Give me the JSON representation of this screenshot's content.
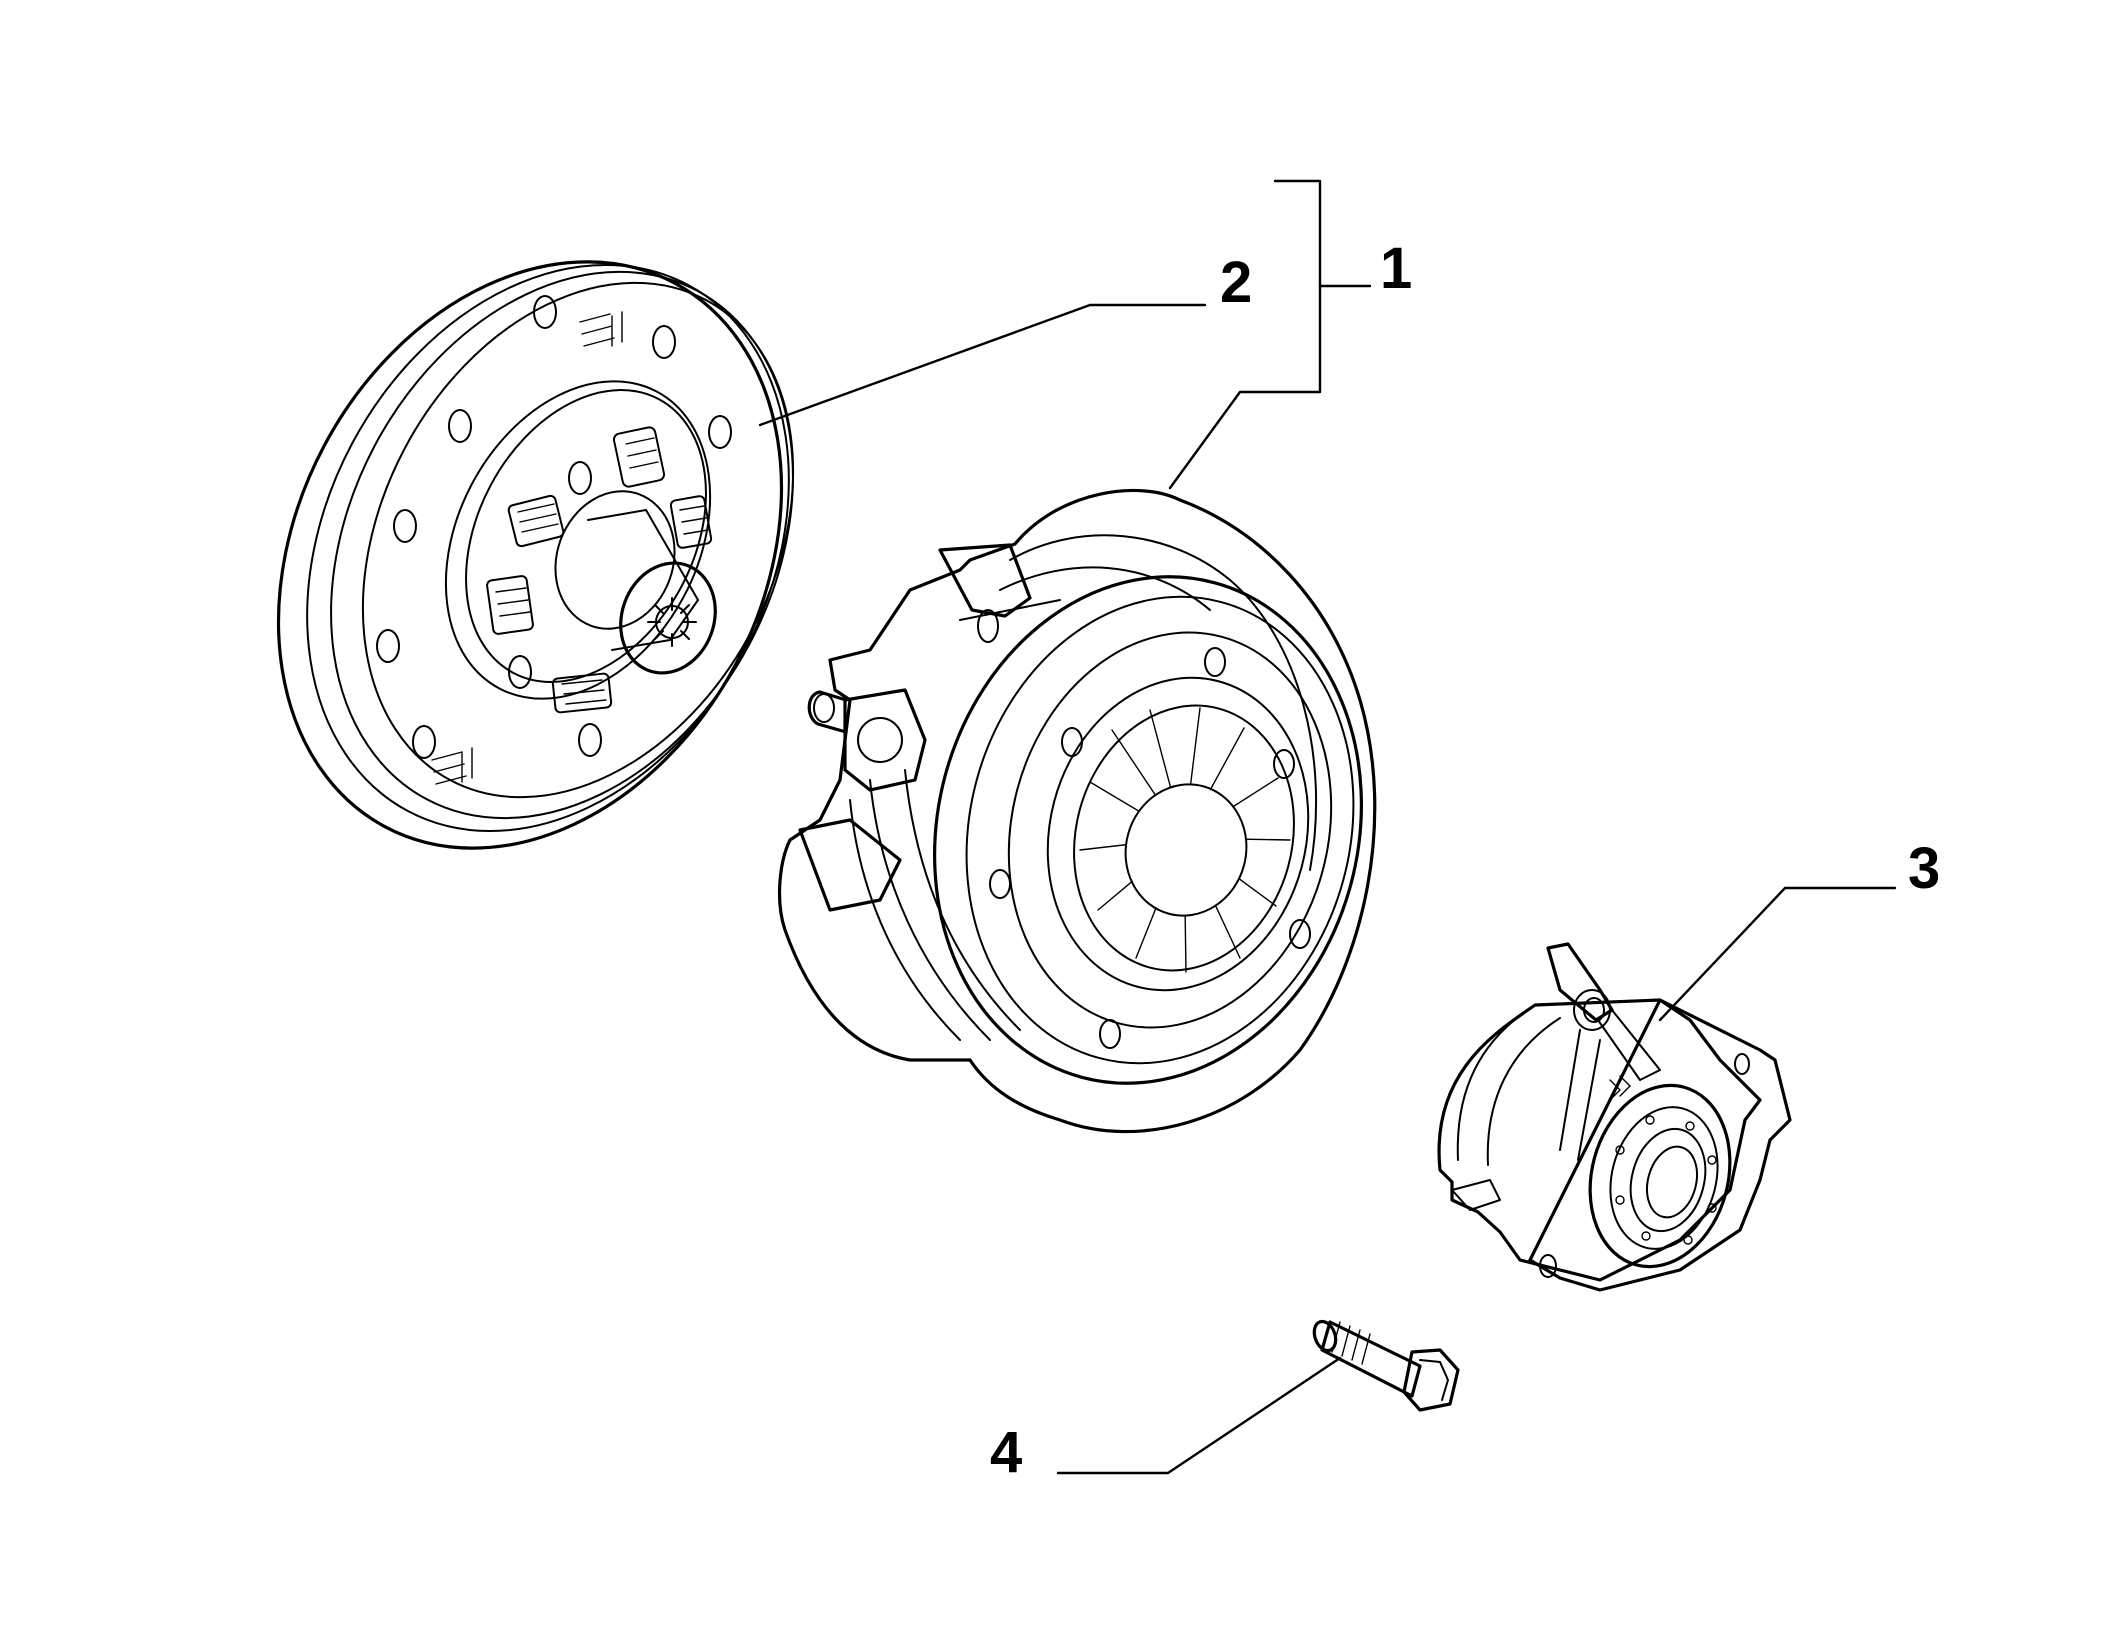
{
  "callouts": [
    {
      "id": "1",
      "label": "1"
    },
    {
      "id": "2",
      "label": "2"
    },
    {
      "id": "3",
      "label": "3"
    },
    {
      "id": "4",
      "label": "4"
    }
  ],
  "parts": [
    {
      "callout": "1",
      "icon": "clutch-kit-bracket-icon"
    },
    {
      "callout": "2",
      "icon": "clutch-disc-icon"
    },
    {
      "callout": "3",
      "icon": "release-bearing-icon"
    },
    {
      "callout": "4",
      "icon": "bolt-icon"
    }
  ],
  "colors": {
    "line": "#000000",
    "background": "#ffffff"
  }
}
